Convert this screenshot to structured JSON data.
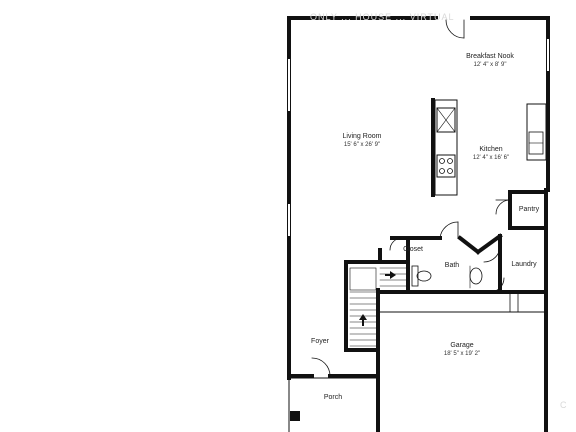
{
  "rooms": {
    "breakfast_nook": {
      "name": "Breakfast Nook",
      "dims": "12' 4\" x 8' 9\""
    },
    "living_room": {
      "name": "Living Room",
      "dims": "15' 6\" x 26' 9\""
    },
    "kitchen": {
      "name": "Kitchen",
      "dims": "12' 4\" x 16' 6\""
    },
    "pantry": {
      "name": "Pantry"
    },
    "closet": {
      "name": "Closet"
    },
    "bath": {
      "name": "Bath"
    },
    "laundry": {
      "name": "Laundry"
    },
    "foyer": {
      "name": "Foyer"
    },
    "garage": {
      "name": "Garage",
      "dims": "18' 5\" x 19' 2\""
    },
    "porch": {
      "name": "Porch"
    }
  },
  "watermark_top": "ONLY ... HOUSE ... VIRTUAL",
  "watermark_side": "C"
}
